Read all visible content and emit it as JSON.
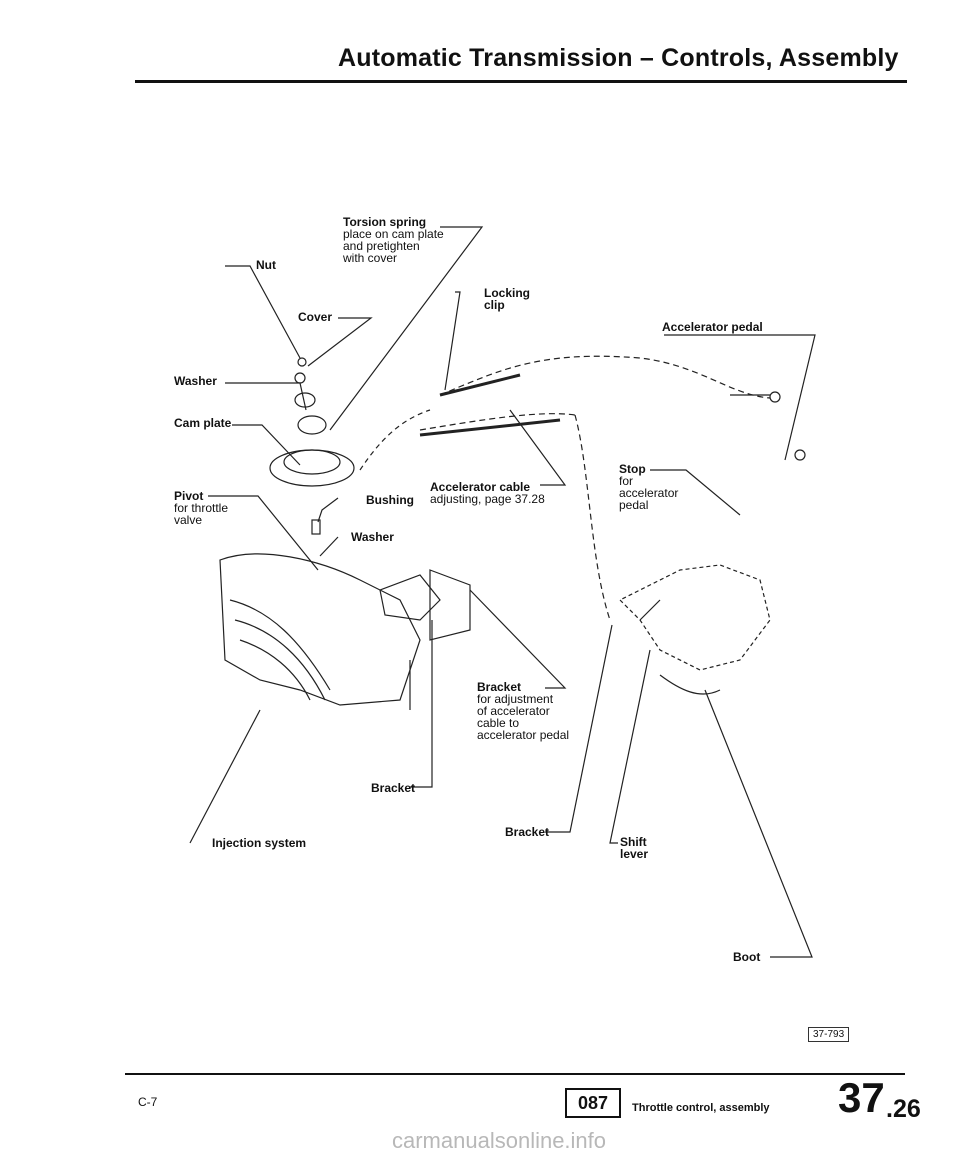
{
  "header": {
    "title": "Automatic Transmission – Controls, Assembly"
  },
  "labels": {
    "torsion_spring": {
      "name": "Torsion spring",
      "desc": [
        "place on cam plate",
        "and pretighten",
        "with cover"
      ]
    },
    "nut": "Nut",
    "cover": "Cover",
    "locking_clip": [
      "Locking",
      "clip"
    ],
    "accelerator_pedal": "Accelerator pedal",
    "washer_top": "Washer",
    "cam_plate": "Cam plate",
    "pivot": {
      "name": "Pivot",
      "desc": [
        "for throttle",
        "valve"
      ]
    },
    "accelerator_cable": {
      "name": "Accelerator cable",
      "desc": "adjusting, page 37.28"
    },
    "bushing": "Bushing",
    "washer_bottom": "Washer",
    "stop": {
      "name": "Stop",
      "desc": [
        "for",
        "accelerator",
        "pedal"
      ]
    },
    "bracket_adjust": {
      "name": "Bracket",
      "desc": [
        "for adjustment",
        "of accelerator",
        "cable to",
        "accelerator pedal"
      ]
    },
    "bracket_mid": "Bracket",
    "bracket_low": "Bracket",
    "injection_system": "Injection system",
    "shift_lever": [
      "Shift",
      "lever"
    ],
    "boot": "Boot"
  },
  "figure_ref": "37-793",
  "footer": {
    "left_code": "C-7",
    "page_box": "087",
    "description": "Throttle control, assembly",
    "page_number": "37",
    "page_sub": ".26"
  },
  "watermark": "carmanualsonline.info"
}
